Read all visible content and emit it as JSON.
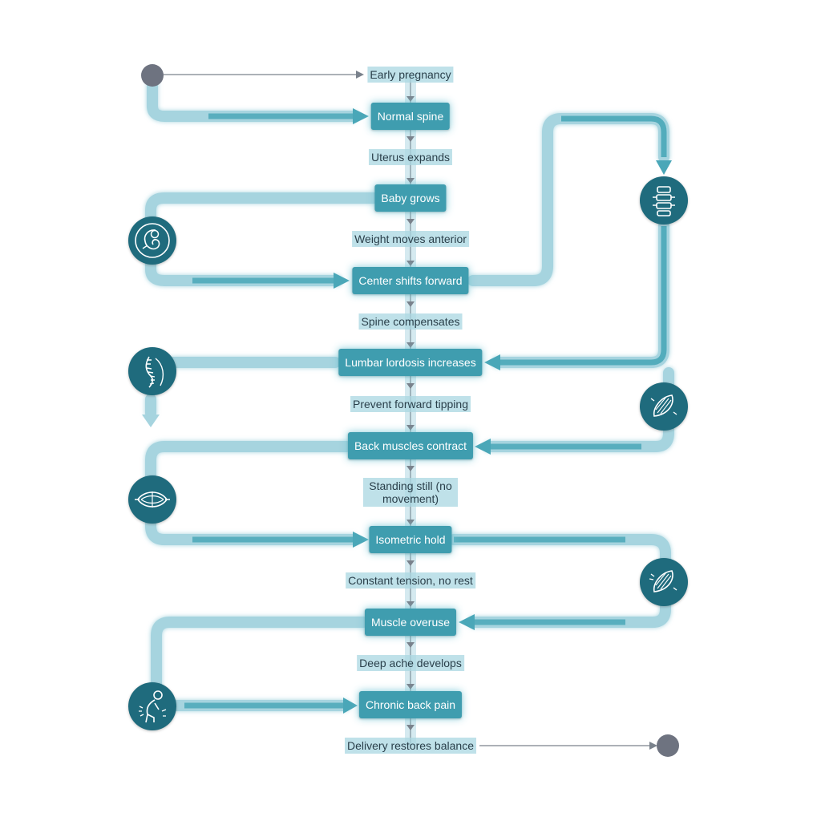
{
  "flow": {
    "steps": [
      {
        "text": "Early pregnancy",
        "kind": "label"
      },
      {
        "text": "Normal spine",
        "kind": "box"
      },
      {
        "text": "Uterus expands",
        "kind": "label"
      },
      {
        "text": "Baby grows",
        "kind": "box"
      },
      {
        "text": "Weight moves anterior",
        "kind": "label"
      },
      {
        "text": "Center shifts forward",
        "kind": "box"
      },
      {
        "text": "Spine compensates",
        "kind": "label"
      },
      {
        "text": "Lumbar lordosis increases",
        "kind": "box"
      },
      {
        "text": "Prevent forward tipping",
        "kind": "label"
      },
      {
        "text": "Back muscles contract",
        "kind": "box"
      },
      {
        "text": "Standing still (no movement)",
        "kind": "label"
      },
      {
        "text": "Isometric hold",
        "kind": "box"
      },
      {
        "text": "Constant tension, no rest",
        "kind": "label"
      },
      {
        "text": "Muscle overuse",
        "kind": "box"
      },
      {
        "text": "Deep ache develops",
        "kind": "label"
      },
      {
        "text": "Chronic back pain",
        "kind": "box"
      },
      {
        "text": "Delivery restores balance",
        "kind": "label"
      }
    ]
  },
  "icons": {
    "fetus": "fetus-icon",
    "spine_curve": "spine-curve-icon",
    "isometric_muscle": "isometric-muscle-icon",
    "back_pain": "back-pain-icon",
    "vertebrae": "vertebrae-icon",
    "muscle_1": "muscle-icon",
    "muscle_2": "muscle-icon"
  },
  "colors": {
    "node_fill": "#3f9daf",
    "label_fill": "#aad7e2",
    "flow_band": "#a6d4df",
    "flow_band_dark": "#4aa7b8",
    "icon_fill": "#1f6b7d",
    "terminal": "#6e7380",
    "connector": "#7a828c"
  }
}
